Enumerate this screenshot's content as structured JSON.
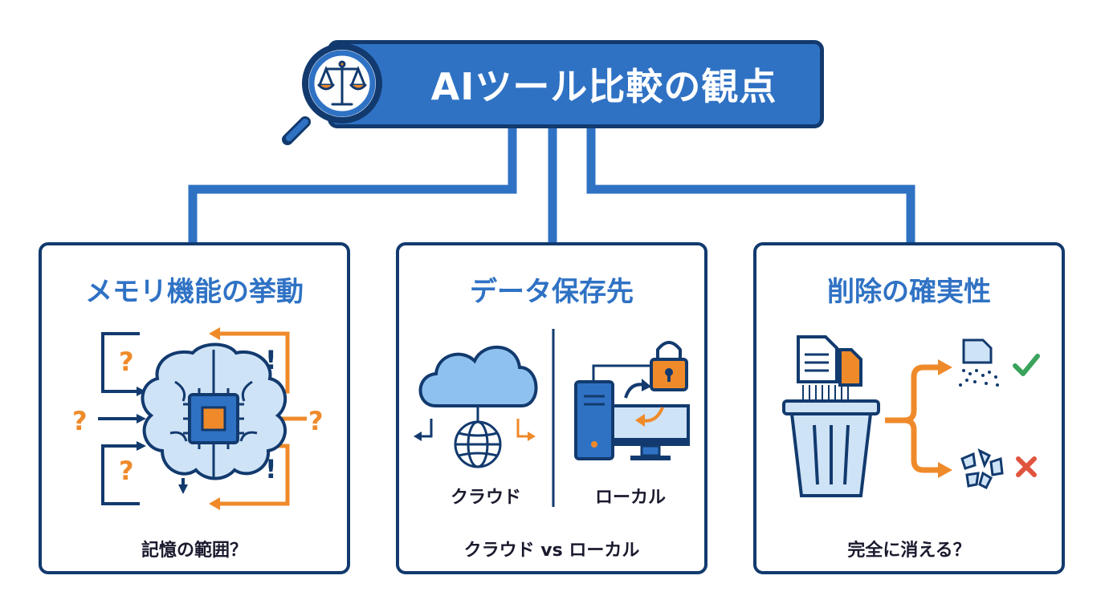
{
  "header": {
    "title": "AIツール比較の観点"
  },
  "cards": [
    {
      "title": "メモリ機能の挙動",
      "caption": "記憶の範囲？"
    },
    {
      "title": "データ保存先",
      "caption": "クラウド vs ローカル",
      "left_label": "クラウド",
      "right_label": "ローカル"
    },
    {
      "title": "削除の確実性",
      "caption": "完全に消える？"
    }
  ],
  "colors": {
    "primary_blue": "#2f72c4",
    "navy": "#123a6e",
    "orange": "#ef8a2a",
    "light_blue": "#cfe3f7",
    "green": "#3aa35b",
    "red": "#e0543e"
  },
  "icons": [
    "scale-icon",
    "magnifier-icon",
    "brain-chip-icon",
    "cloud-icon",
    "globe-icon",
    "computer-icon",
    "lock-icon",
    "trash-shredder-icon",
    "document-icon",
    "check-icon",
    "x-icon"
  ]
}
